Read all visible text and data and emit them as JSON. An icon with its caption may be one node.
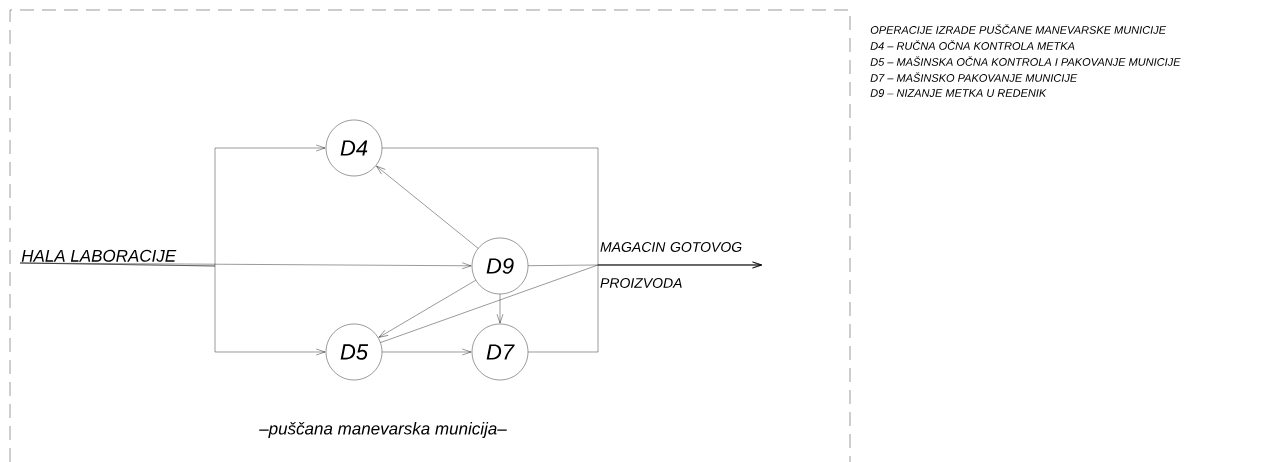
{
  "diagram": {
    "nodes": [
      {
        "text": [
          "HALA LABORACIJE"
        ]
      },
      {
        "text": [
          "D4"
        ]
      },
      {
        "text": [
          "D9"
        ]
      },
      {
        "text": [
          "D5"
        ]
      },
      {
        "text": [
          "D7"
        ]
      },
      {
        "text": [
          "MAGACIN GOTOVOG PROIZVODA"
        ]
      }
    ],
    "edges": [
      {
        "from": 0,
        "to": 1,
        "arrow": "to"
      },
      {
        "from": 0,
        "to": 2,
        "arrow": "to"
      },
      {
        "from": 0,
        "to": 3,
        "arrow": "to"
      },
      {
        "from": 2,
        "to": 1,
        "arrow": "to"
      },
      {
        "from": 2,
        "to": 5,
        "arrow": "to"
      },
      {
        "from": 2,
        "to": 3,
        "arrow": "to"
      },
      {
        "from": 2,
        "to": 4,
        "arrow": "to"
      },
      {
        "from": 3,
        "to": 4,
        "arrow": "to"
      },
      {
        "from": 1,
        "to": 5,
        "arrow": "to"
      },
      {
        "from": 3,
        "to": 5,
        "arrow": "to"
      },
      {
        "from": 4,
        "to": 5,
        "arrow": "to"
      }
    ],
    "labels": [
      "OPERACIJE IZRADE PUŠČANE MANEVARSKE MUNICIJE",
      "D4 – RUČNA OČNA KONTROLA METKA",
      "D5 – MAŠINSKA OČNA KONTROLA I PAKOVANJE MUNICIJE",
      "D7 – MAŠINSKO PAKOVANJE MUNICIJE",
      "D9 – NIZANJE METKA U REDENIK",
      "–puščana manevarska municija–"
    ]
  }
}
